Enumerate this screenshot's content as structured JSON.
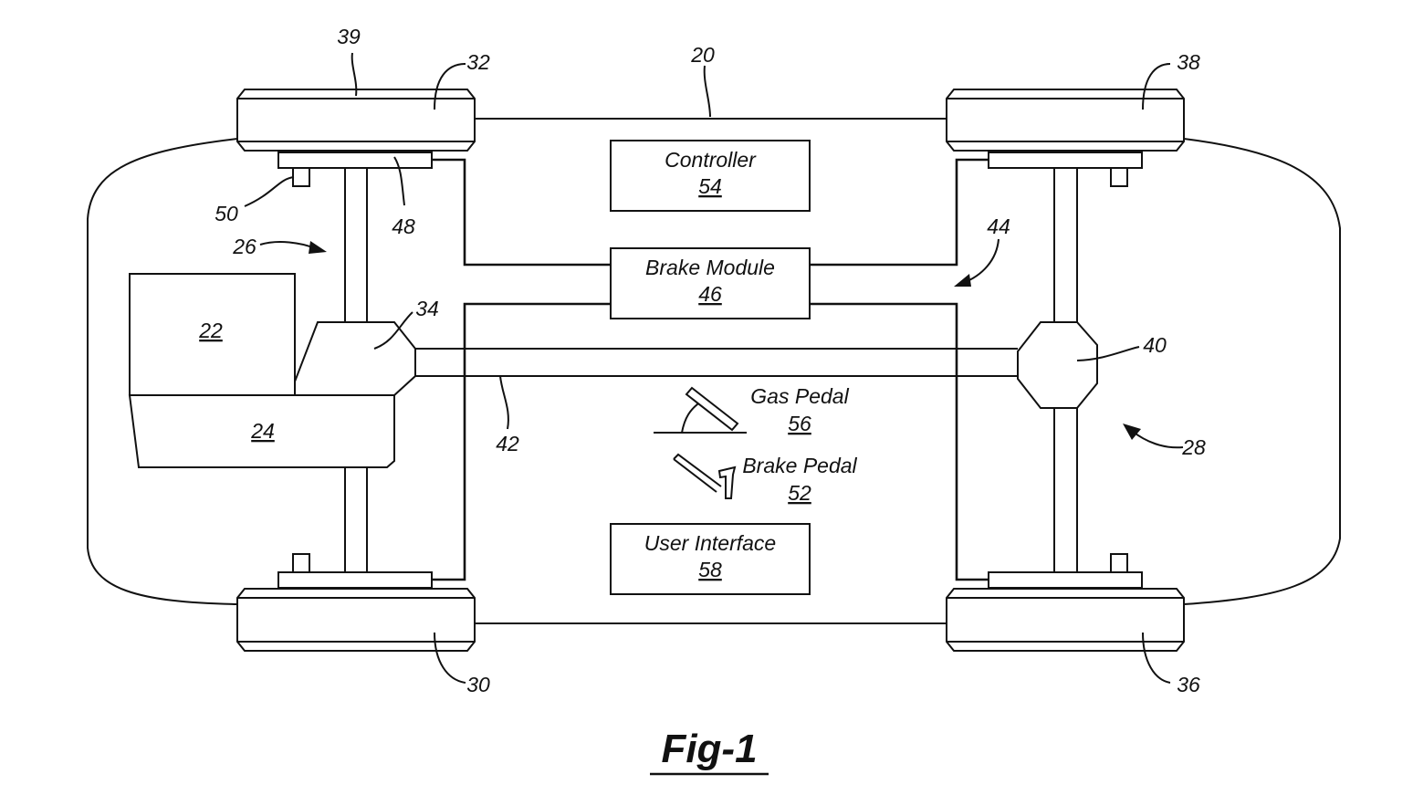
{
  "figure": {
    "caption": "Fig-1",
    "blocks": {
      "controller": {
        "label": "Controller",
        "ref": "54"
      },
      "brake_module": {
        "label": "Brake Module",
        "ref": "46"
      },
      "user_interface": {
        "label": "User Interface",
        "ref": "58"
      },
      "gas_pedal": {
        "label": "Gas Pedal",
        "ref": "56"
      },
      "brake_pedal": {
        "label": "Brake Pedal",
        "ref": "52"
      }
    },
    "refs": {
      "vehicle": "20",
      "engine": "22",
      "transmission": "24",
      "front_axle": "26",
      "rear_axle": "28",
      "wheel_front_lower": "30",
      "wheel_front_upper": "32",
      "front_differential": "34",
      "wheel_rear_lower": "36",
      "wheel_rear_upper": "38",
      "tire_tread": "39",
      "rear_differential": "40",
      "driveshaft": "42",
      "brake_lines": "44",
      "brake_caliper": "48",
      "wheel_sensor": "50"
    }
  }
}
